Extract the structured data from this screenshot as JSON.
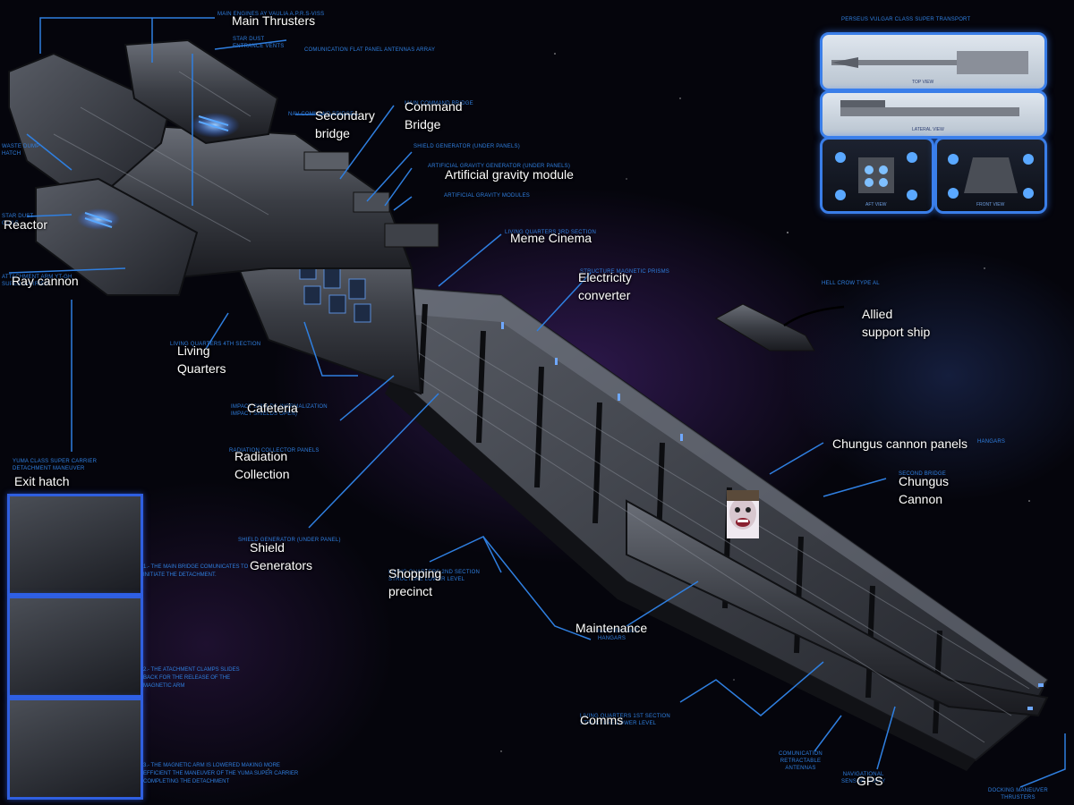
{
  "labels": {
    "main_thrusters": "Main Thrusters",
    "secondary_bridge": "Secondary\nbridge",
    "command_bridge": "Command\nBridge",
    "artificial_gravity_module": "Artificial gravity module",
    "reactor": "Reactor",
    "meme_cinema": "Meme Cinema",
    "ray_cannon": "Ray cannon",
    "electricity_converter": "Electricity\nconverter",
    "allied_support_ship": "Allied\nsupport ship",
    "living_quarters": "Living\nQuarters",
    "cafeteria": "Cafeteria",
    "chungus_cannon_panels": "Chungus cannon panels",
    "radiation_collection": "Radiation\nCollection",
    "chungus_cannon": "Chungus\nCannon",
    "exit_hatch": "Exit hatch",
    "shield_generators": "Shield\nGenerators",
    "shopping_precinct": "Shopping\nprecinct",
    "maintenance": "Maintenance",
    "comms": "Comms",
    "gps": "GPS"
  },
  "tech_labels": {
    "main_engines": "MAIN ENGINES AY VAULIA A.P.R.S-VISS",
    "star_dust_vents": "STAR DUST\nENTRANCE VENTS",
    "comm_panel_array": "COMUNICATION FLAT PANEL ANTENNAS ARRAY",
    "nav_command_bridge": "NAV COMMAND BRIDGE",
    "main_command_bridge": "MAIN COMMAND BRIDGE",
    "shield_gen_under": "SHIELD GENERATOR (UNDER PANELS)",
    "art_grav_gen": "ARTIFICIAL GRAVITY GENERATOR (UNDER PANELS)",
    "art_grav_modules": "ARTIFICIAL GRAVITY MODULES",
    "waste_dump": "WASTE DUMP\nHATCH",
    "star_dust_coils": "STAR DUST\nCOILS",
    "living_3rd": "LIVING QUARTERS 3rd SECTION",
    "structure_magnetic": "STRUCTURE MAGNETIC PRISMS",
    "magnetic_arm": "ATTACHMENT ARM YT-GH\nSUPER CARRIER",
    "hell_crow": "HELL CROW TYPE AL",
    "living_4th": "LIVING QUARTERS 4th SECTION",
    "impact_shields": "IMPACT SHIELDS (NORMALIZATION\nIMPACT SHIELDS OPEN)",
    "radiation_panels": "RADIATION COLLECTOR PANELS",
    "hangars_top": "HANGARS",
    "second_bridge": "SECOND BRIDGE",
    "detachment": "YUMA CLASS SUPER CARRIER\nDETACHMENT MANEUVER",
    "shield_gen_under_panel": "SHIELD GENERATOR (UNDER PANEL)",
    "living_2nd": "LIVING QUARTERS 2nd SECTION\nSTRUCTURE LOWER LEVEL",
    "maint_hangars": "MAINTENANCE\nHANGARS",
    "living_1st": "LIVING QUARTERS 1st SECTION\nSTRUCTURE LOWER LEVEL",
    "comm_antennas": "COMUNICATION\nRETRACTABLE\nANTENNAS",
    "nav_sensor": "NAVIGATIONAL\nSENSOR ARRAY",
    "docking_thrusters": "DOCKING MANEUVER\nTHRUSTERS"
  },
  "panels": {
    "title": "PERSEUS VULGAR CLASS SUPER TRANSPORT",
    "top_view": "TOP VIEW",
    "lateral_view": "LATERAL VIEW",
    "aft_view": "AFT VIEW",
    "front_view": "FRONT VIEW"
  },
  "detachment_steps": [
    "1.- THE MAIN BRIDGE COMUNICATES TO INITIATE THE DETACHMENT.",
    "2.- THE ATACHMENT CLAMPS SLIDES BACK FOR THE RELEASE OF THE MAGNETIC ARM",
    "3.- THE MAGNETIC ARM IS LOWERED MAKING MORE EFFICIENT THE MANEUVER OF THE YUMA SUPER CARRIER COMPLETING THE DETACHMENT"
  ],
  "colors": {
    "accent_blue": "#2f7fe0",
    "hull": "#3a3d44",
    "label_text": "#ffffff"
  },
  "icons": {
    "face": "sticker-face-icon"
  }
}
